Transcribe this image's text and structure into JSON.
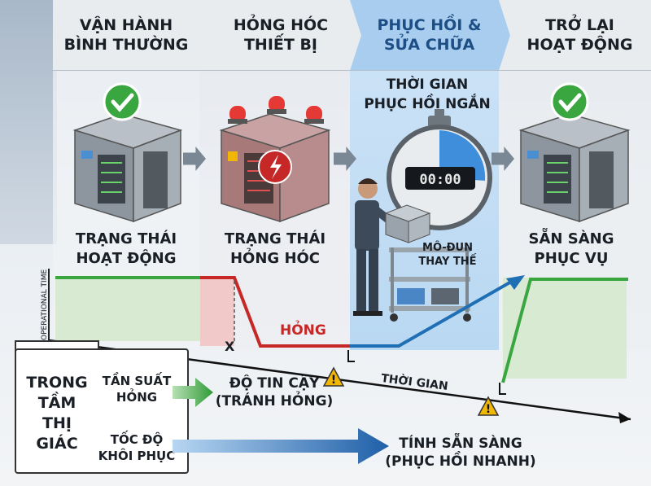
{
  "stages": [
    {
      "title_line1": "VẬN HÀNH",
      "title_line2": "BÌNH THƯỜNG",
      "status_line1": "TRẠNG THÁI",
      "status_line2": "HOẠT ĐỘNG"
    },
    {
      "title_line1": "HỎNG HÓC",
      "title_line2": "THIẾT BỊ",
      "status_line1": "TRẠNG THÁI",
      "status_line2": "HỎNG HÓC"
    },
    {
      "title_line1": "PHỤC HỒI &",
      "title_line2": "SỬA CHỮA",
      "status_line1": "THỜI GIAN",
      "status_line2": "PHỤC HỒI NGẮN"
    },
    {
      "title_line1": "TRỞ LẠI",
      "title_line2": "HOẠT ĐỘNG",
      "status_line1": "SẴN SÀNG",
      "status_line2": "PHỤC VỤ"
    }
  ],
  "timer": "00:00",
  "module_label_line1": "MÔ-ĐUN",
  "module_label_line2": "THAY THẾ",
  "axis": {
    "y_label": "OPERATIONAL TIME",
    "x_label": "THỜI GIAN"
  },
  "failure_label": "HỎNG",
  "failure_marker": "X",
  "focus_box": {
    "line1": "TRONG",
    "line2": "TẦM",
    "line3": "THỊ GIÁC"
  },
  "factors": [
    {
      "line1": "TẦN SUẤT",
      "line2": "HỎNG",
      "result_line1": "ĐỘ TIN CẬY",
      "result_line2": "(TRÁNH HỎNG)"
    },
    {
      "line1": "TỐC ĐỘ",
      "line2": "KHÔI PHỤC",
      "result_line1": "TÍNH SẴN SÀNG",
      "result_line2": "(PHỤC HỒI NHANH)"
    }
  ],
  "colors": {
    "green": "#3aa63f",
    "red": "#c62828",
    "blue": "#1f6fb5",
    "recovery_panel": "#b9d8f2",
    "warning": "#f2b705"
  }
}
